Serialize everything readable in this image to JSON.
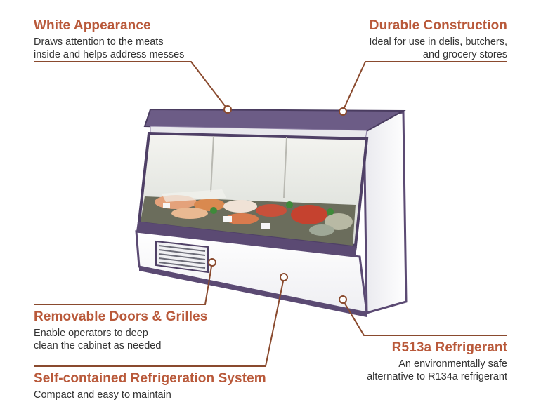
{
  "callouts": {
    "white_appearance": {
      "title": "White Appearance",
      "lines": [
        "Draws attention to the meats",
        "inside and helps address messes"
      ]
    },
    "durable_construction": {
      "title": "Durable Construction",
      "lines": [
        "Ideal for use in delis, butchers,",
        "and grocery stores"
      ]
    },
    "removable_doors": {
      "title": "Removable Doors & Grilles",
      "lines": [
        "Enable operators to deep",
        "clean the cabinet as needed"
      ]
    },
    "r513a_refrigerant": {
      "title": "R513a Refrigerant",
      "lines": [
        "An environmentally safe",
        "alternative to R134a refrigerant"
      ]
    },
    "self_contained": {
      "title": "Self-contained Refrigeration System",
      "lines": [
        "Compact and easy to maintain"
      ]
    }
  },
  "colors": {
    "accent": "#b9593a",
    "body_text": "#333333",
    "cabinet_trim": "#5b4a73"
  }
}
